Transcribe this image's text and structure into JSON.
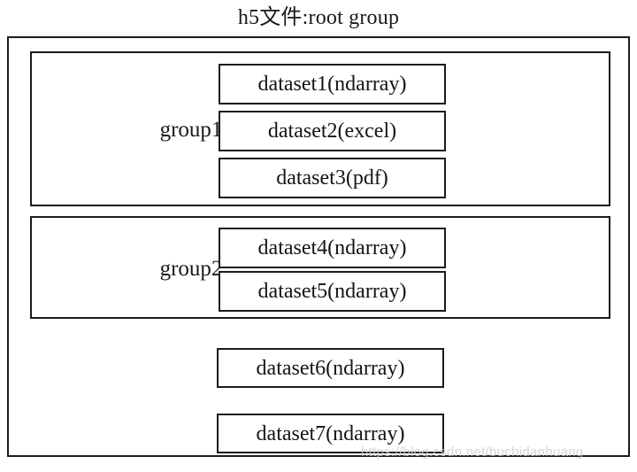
{
  "title": "h5文件:root group",
  "root": {
    "label": "root group",
    "groups": [
      {
        "name": "group1",
        "label": "group1",
        "datasets": [
          {
            "label": "dataset1(ndarray)",
            "name": "dataset1",
            "type": "ndarray"
          },
          {
            "label": "dataset2(excel)",
            "name": "dataset2",
            "type": "excel"
          },
          {
            "label": "dataset3(pdf)",
            "name": "dataset3",
            "type": "pdf"
          }
        ]
      },
      {
        "name": "group2",
        "label": "group2",
        "datasets": [
          {
            "label": "dataset4(ndarray)",
            "name": "dataset4",
            "type": "ndarray"
          },
          {
            "label": "dataset5(ndarray)",
            "name": "dataset5",
            "type": "ndarray"
          }
        ]
      }
    ],
    "datasets": [
      {
        "label": "dataset6(ndarray)",
        "name": "dataset6",
        "type": "ndarray"
      },
      {
        "label": "dataset7(ndarray)",
        "name": "dataset7",
        "type": "ndarray"
      }
    ]
  },
  "watermark": "https://blog.csdn.net/buchidanhuang",
  "colors": {
    "background": "#ffffff",
    "border": "#1b1b1b",
    "text": "#141414",
    "watermark": "#cfcfcf"
  }
}
